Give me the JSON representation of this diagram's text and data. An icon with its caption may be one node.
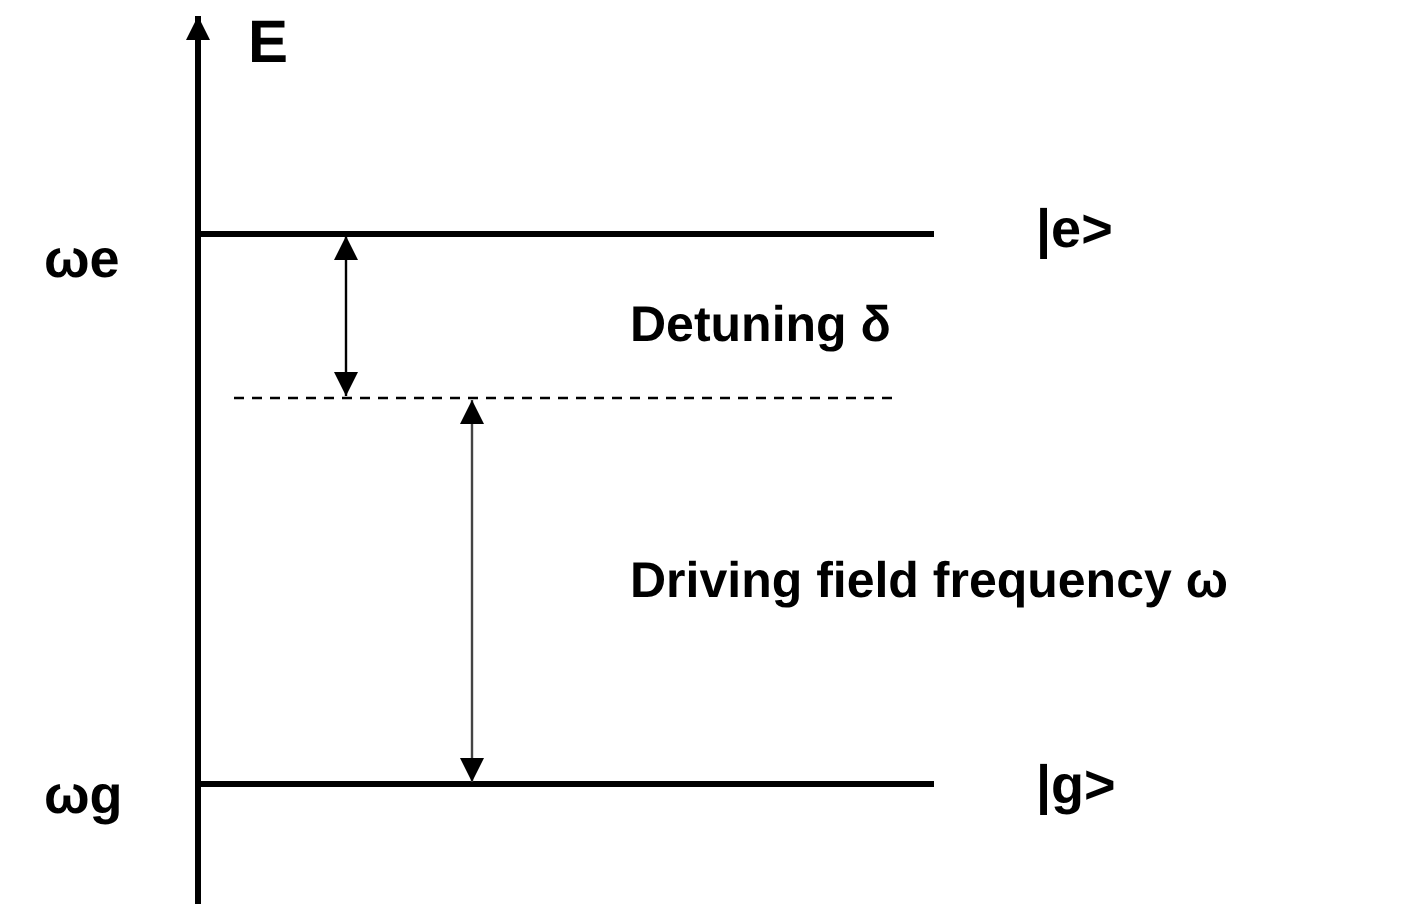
{
  "diagram": {
    "labels": [
      "E",
      "ωe",
      "|e>",
      "Detuning δ",
      "Driving field frequency ω",
      "ωg",
      "|g>"
    ]
  }
}
